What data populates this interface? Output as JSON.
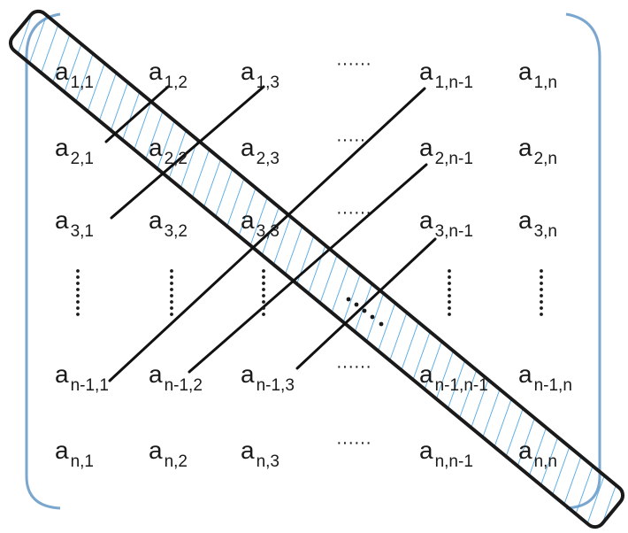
{
  "matrix": {
    "symbol": "a",
    "cells": [
      [
        "1,1",
        "1,2",
        "1,3",
        "",
        "1,n-1",
        "1,n"
      ],
      [
        "2,1",
        "2,2",
        "2,3",
        "",
        "2,n-1",
        "2,n"
      ],
      [
        "3,1",
        "3,2",
        "3,3",
        "",
        "3,n-1",
        "3,n"
      ],
      [
        "",
        "",
        "",
        "",
        "",
        ""
      ],
      [
        "n-1,1",
        "n-1,2",
        "n-1,3",
        "",
        "n-1,n-1",
        "n-1,n"
      ],
      [
        "n,1",
        "n,2",
        "n,3",
        "",
        "n,n-1",
        "n,n"
      ]
    ],
    "ellipsis_row_label": "······"
  },
  "colors": {
    "bracket": "#7ba7cf",
    "text": "#1a1a1a",
    "diagonal_border": "#1a1a1a",
    "hatch": "#3b9be0",
    "lines": "#111111"
  }
}
